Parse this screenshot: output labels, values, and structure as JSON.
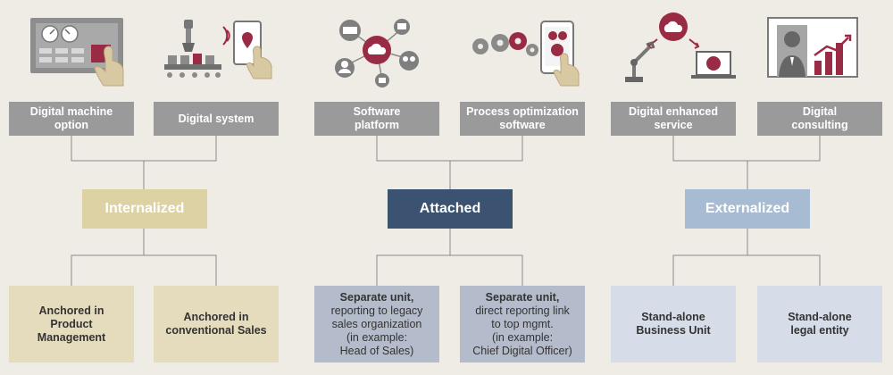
{
  "top_labels": [
    {
      "line1": "Digital machine",
      "line2": "option"
    },
    {
      "line1": "Digital system",
      "line2": ""
    },
    {
      "line1": "Software",
      "line2": "platform"
    },
    {
      "line1": "Process optimization",
      "line2": "software"
    },
    {
      "line1": "Digital enhanced",
      "line2": "service"
    },
    {
      "line1": "Digital",
      "line2": "consulting"
    }
  ],
  "categories": {
    "internalized": "Internalized",
    "attached": "Attached",
    "externalized": "Externalized"
  },
  "leaves": {
    "internal_1": {
      "lines": [
        "Anchored in",
        "Product",
        "Management"
      ]
    },
    "internal_2": {
      "lines": [
        "Anchored in",
        "conventional Sales"
      ]
    },
    "attached_1": {
      "title": "Separate unit,",
      "lines": [
        "reporting to legacy",
        "sales organization",
        "(in example:",
        "Head of Sales)"
      ]
    },
    "attached_2": {
      "title": "Separate unit,",
      "lines": [
        "direct reporting link",
        "to top mgmt.",
        "(in example:",
        "Chief Digital Officer)"
      ]
    },
    "external_1": {
      "lines": [
        "Stand-alone",
        "Business Unit"
      ]
    },
    "external_2": {
      "lines": [
        "Stand-alone",
        "legal entity"
      ]
    }
  },
  "icons": [
    "machine-panel-icon",
    "factory-system-icon",
    "cloud-network-icon",
    "gears-tablet-icon",
    "robot-cloud-laptop-icon",
    "consultant-chart-icon"
  ],
  "colors": {
    "brand": "#9a2b44",
    "label_gray": "#9a9a9a",
    "internalized": "#ddd2a4",
    "attached": "#3b5271",
    "externalized": "#a7bbd3"
  }
}
